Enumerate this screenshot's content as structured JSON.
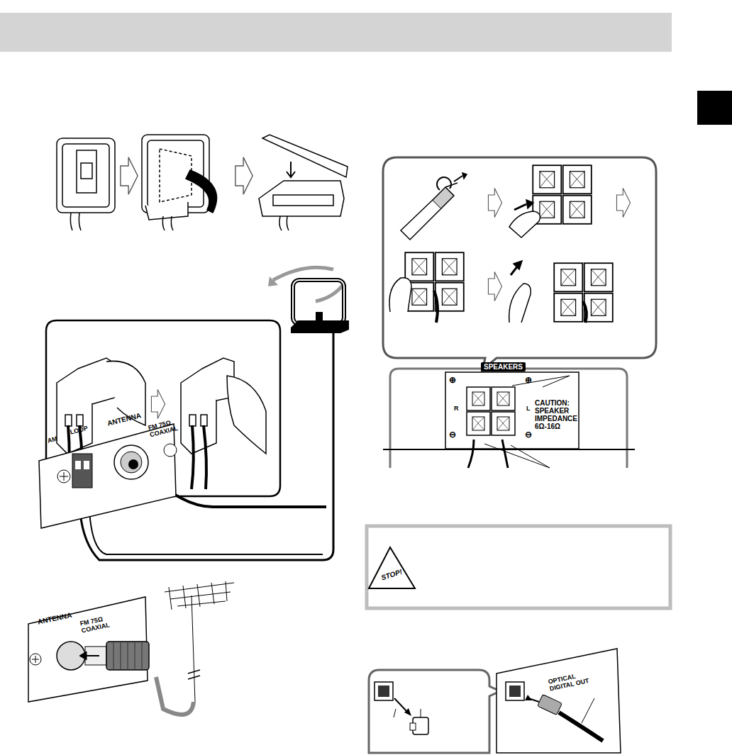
{
  "diagram": {
    "labels": [
      "AM",
      "LOOP",
      "ANTENNA",
      "FM 75Ω COAXIAL",
      "SPEAKERS",
      "⊕",
      "⊕",
      "R",
      "L",
      "⊖",
      "⊖",
      "CAUTION: SPEAKER IMPEDANCE 6Ω-16Ω",
      "ANTENNA",
      "FM 75Ω COAXIAL",
      "STOP!",
      "OPTICAL DIGITAL OUT"
    ]
  }
}
